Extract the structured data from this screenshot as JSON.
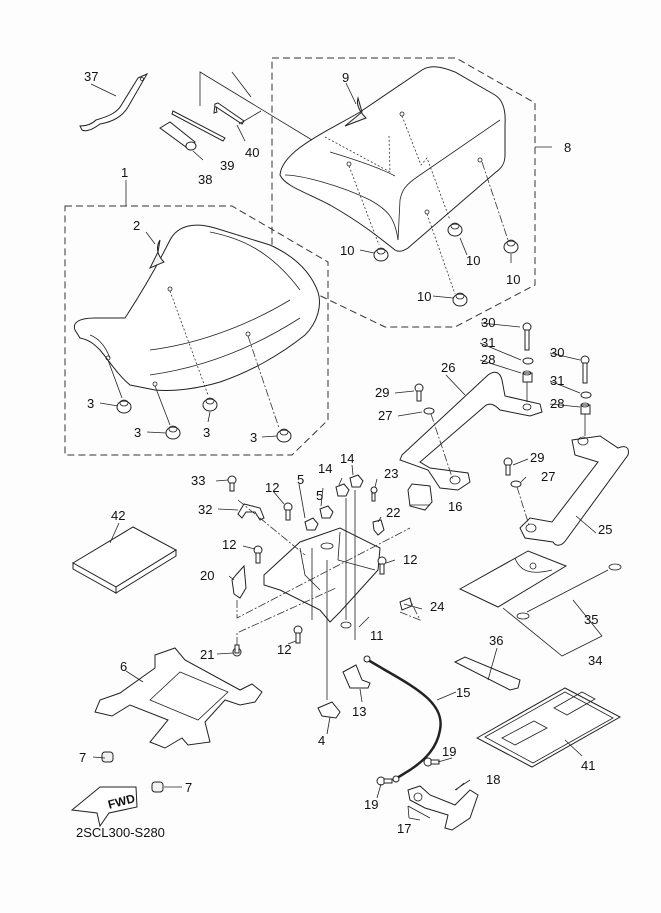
{
  "diagram": {
    "title_code": "2SCL300-S280",
    "direction_label": "FWD",
    "callouts": [
      {
        "id": "c1",
        "label": "1",
        "part": "double-seat-assembly"
      },
      {
        "id": "c2",
        "label": "2",
        "part": "seat-cover"
      },
      {
        "id": "c3a",
        "label": "3",
        "part": "damper"
      },
      {
        "id": "c3b",
        "label": "3",
        "part": "damper"
      },
      {
        "id": "c3c",
        "label": "3",
        "part": "damper"
      },
      {
        "id": "c3d",
        "label": "3",
        "part": "damper"
      },
      {
        "id": "c4",
        "label": "4",
        "part": "clip"
      },
      {
        "id": "c5a",
        "label": "5",
        "part": "nut"
      },
      {
        "id": "c5b",
        "label": "5",
        "part": "nut"
      },
      {
        "id": "c6",
        "label": "6",
        "part": "seat-bracket"
      },
      {
        "id": "c7a",
        "label": "7",
        "part": "damper"
      },
      {
        "id": "c7b",
        "label": "7",
        "part": "damper"
      },
      {
        "id": "c8",
        "label": "8",
        "part": "single-seat-assembly"
      },
      {
        "id": "c9",
        "label": "9",
        "part": "seat-cover"
      },
      {
        "id": "c10a",
        "label": "10",
        "part": "damper"
      },
      {
        "id": "c10b",
        "label": "10",
        "part": "damper"
      },
      {
        "id": "c10c",
        "label": "10",
        "part": "damper"
      },
      {
        "id": "c10d",
        "label": "10",
        "part": "damper"
      },
      {
        "id": "c11",
        "label": "11",
        "part": "seat-lock-bracket"
      },
      {
        "id": "c12a",
        "label": "12",
        "part": "bolt"
      },
      {
        "id": "c12b",
        "label": "12",
        "part": "bolt"
      },
      {
        "id": "c12c",
        "label": "12",
        "part": "bolt"
      },
      {
        "id": "c12d",
        "label": "12",
        "part": "bolt"
      },
      {
        "id": "c13",
        "label": "13",
        "part": "seat-lock"
      },
      {
        "id": "c14a",
        "label": "14",
        "part": "nut"
      },
      {
        "id": "c14b",
        "label": "14",
        "part": "nut"
      },
      {
        "id": "c15",
        "label": "15",
        "part": "seat-lock-cable"
      },
      {
        "id": "c16",
        "label": "16",
        "part": "cover"
      },
      {
        "id": "c17",
        "label": "17",
        "part": "lever-assembly"
      },
      {
        "id": "c18",
        "label": "18",
        "part": "spring"
      },
      {
        "id": "c19a",
        "label": "19",
        "part": "screw"
      },
      {
        "id": "c19b",
        "label": "19",
        "part": "screw"
      },
      {
        "id": "c20",
        "label": "20",
        "part": "stay"
      },
      {
        "id": "c21",
        "label": "21",
        "part": "bolt"
      },
      {
        "id": "c22",
        "label": "22",
        "part": "clamp"
      },
      {
        "id": "c23",
        "label": "23",
        "part": "screw"
      },
      {
        "id": "c24",
        "label": "24",
        "part": "damper"
      },
      {
        "id": "c25",
        "label": "25",
        "part": "grab-bar-right"
      },
      {
        "id": "c26",
        "label": "26",
        "part": "grab-bar-left"
      },
      {
        "id": "c27a",
        "label": "27",
        "part": "washer"
      },
      {
        "id": "c27b",
        "label": "27",
        "part": "washer"
      },
      {
        "id": "c28a",
        "label": "28",
        "part": "collar"
      },
      {
        "id": "c28b",
        "label": "28",
        "part": "collar"
      },
      {
        "id": "c29a",
        "label": "29",
        "part": "bolt"
      },
      {
        "id": "c29b",
        "label": "29",
        "part": "bolt"
      },
      {
        "id": "c30a",
        "label": "30",
        "part": "bolt"
      },
      {
        "id": "c30b",
        "label": "30",
        "part": "bolt"
      },
      {
        "id": "c31a",
        "label": "31",
        "part": "washer"
      },
      {
        "id": "c31b",
        "label": "31",
        "part": "washer"
      },
      {
        "id": "c32",
        "label": "32",
        "part": "hook"
      },
      {
        "id": "c33",
        "label": "33",
        "part": "screw"
      },
      {
        "id": "c34",
        "label": "34",
        "part": "tool-case-set"
      },
      {
        "id": "c35",
        "label": "35",
        "part": "helmet-holder-wire"
      },
      {
        "id": "c36",
        "label": "36",
        "part": "band"
      },
      {
        "id": "c37",
        "label": "37",
        "part": "wrench"
      },
      {
        "id": "c38",
        "label": "38",
        "part": "socket"
      },
      {
        "id": "c39",
        "label": "39",
        "part": "screwdriver"
      },
      {
        "id": "c40",
        "label": "40",
        "part": "hex-wrench"
      },
      {
        "id": "c41",
        "label": "41",
        "part": "owners-manual-case"
      },
      {
        "id": "c42",
        "label": "42",
        "part": "owners-manual"
      }
    ]
  }
}
